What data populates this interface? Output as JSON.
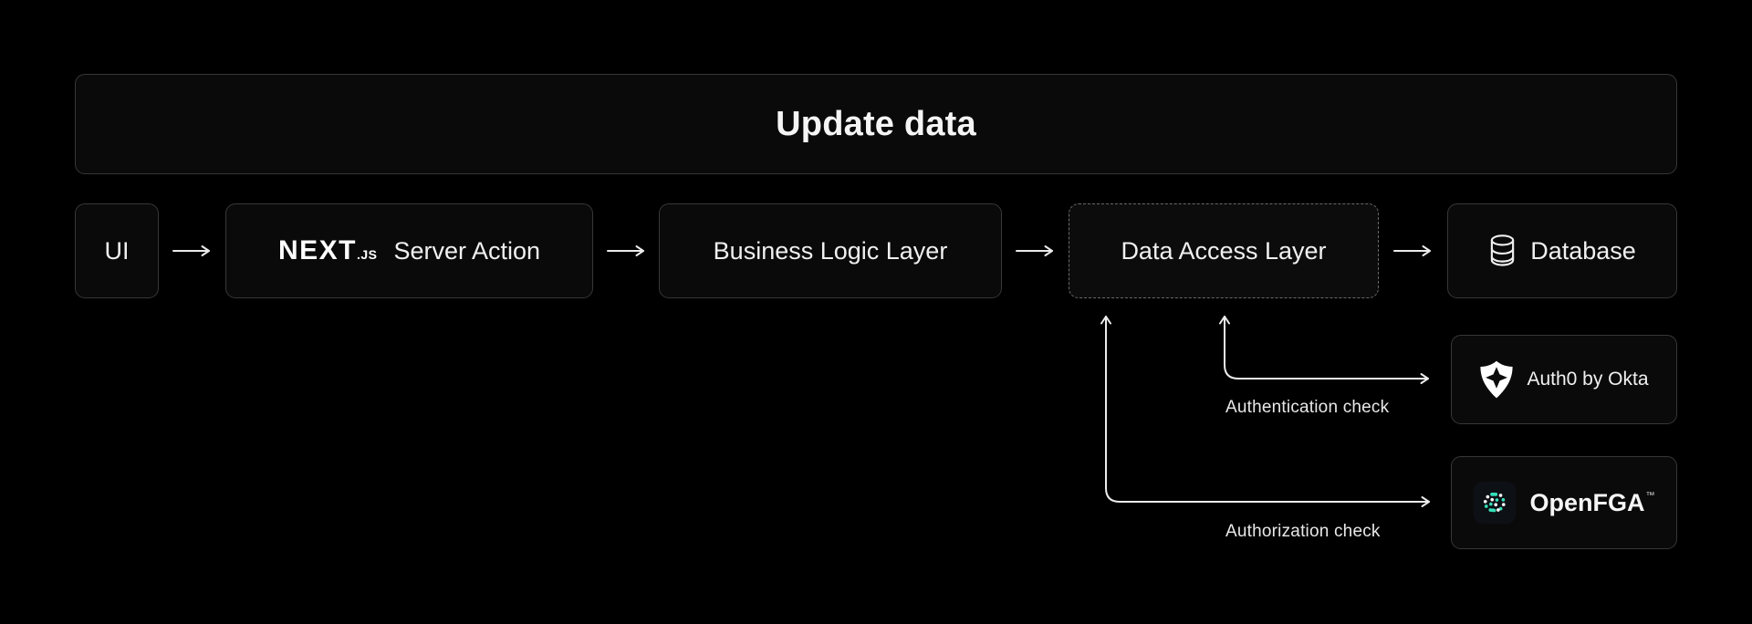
{
  "title": {
    "label": "Update data"
  },
  "flow": {
    "nodes": [
      {
        "id": "ui",
        "label": "UI"
      },
      {
        "id": "nextjs-server-action",
        "logo_text": "NEXT",
        "logo_suffix": ".JS",
        "label": "Server Action"
      },
      {
        "id": "business-logic-layer",
        "label": "Business Logic Layer"
      },
      {
        "id": "data-access-layer",
        "label": "Data Access Layer"
      },
      {
        "id": "database",
        "label": "Database"
      }
    ]
  },
  "services": [
    {
      "id": "auth0",
      "label": "Auth0 by Okta",
      "annotation": "Authentication check"
    },
    {
      "id": "openfga",
      "label": "OpenFGA",
      "trademark": "™",
      "annotation": "Authorization check"
    }
  ],
  "icons": {
    "database": "database-cylinder-icon",
    "auth0": "auth0-shield-icon",
    "openfga": "openfga-dots-icon"
  },
  "colors": {
    "background": "#000000",
    "panel": "#0a0a0a",
    "border": "#373737",
    "dashed_border": "#6a6a6a",
    "text": "#f2f2f2",
    "annotation_text": "#e8e8e8",
    "arrow": "#ececec",
    "openfga_teal": "#35dfb9",
    "openfga_tile": "#0d1015"
  }
}
